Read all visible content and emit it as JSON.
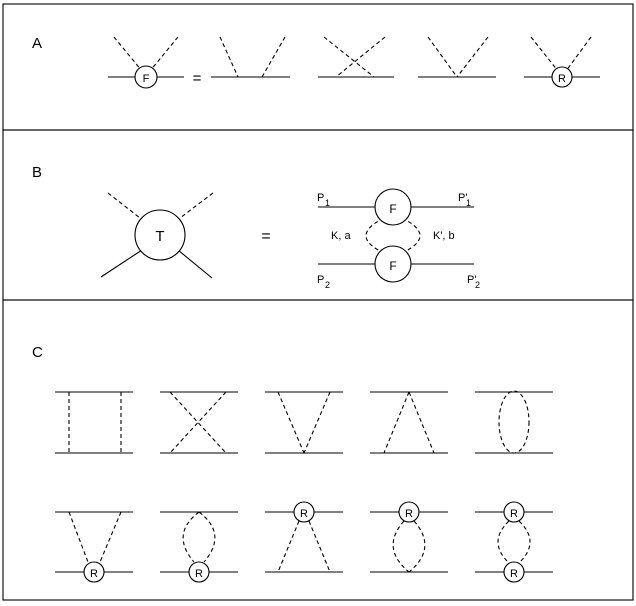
{
  "panels": {
    "a": {
      "label": "A",
      "vertex_label": "F",
      "equals": "=",
      "r_label": "R"
    },
    "b": {
      "label": "B",
      "t_label": "T",
      "equals": "=",
      "f_top": "F",
      "f_bottom": "F",
      "p1": "P",
      "p1_sub": "1",
      "p1p": "P'",
      "p1p_sub": "1",
      "p2": "P",
      "p2_sub": "2",
      "p2p": "P'",
      "p2p_sub": "2",
      "ka": "K, a",
      "kb": "K', b"
    },
    "c": {
      "label": "C",
      "r_label": "R"
    }
  }
}
